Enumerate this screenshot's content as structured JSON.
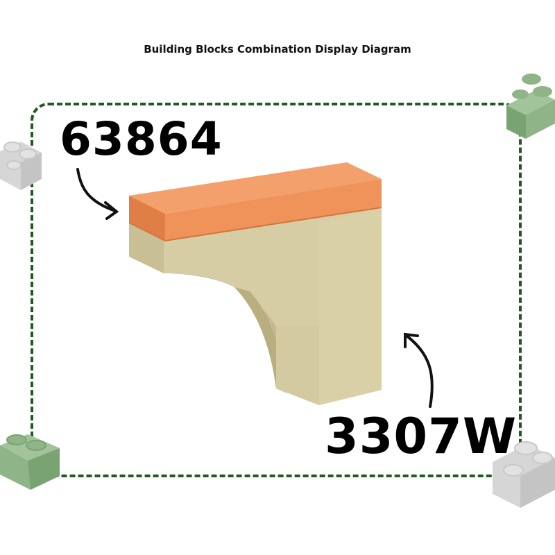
{
  "title": "Building Blocks Combination Display Diagram",
  "parts": {
    "top_part": {
      "id": "63864",
      "color": "#f0935a"
    },
    "bottom_part": {
      "id": "3307W",
      "color": "#d8cfa6"
    }
  },
  "frame_color": "#1f5a1f",
  "decorations": {
    "brick_green": "#8fb487",
    "brick_gray": "#cfcfcf"
  }
}
